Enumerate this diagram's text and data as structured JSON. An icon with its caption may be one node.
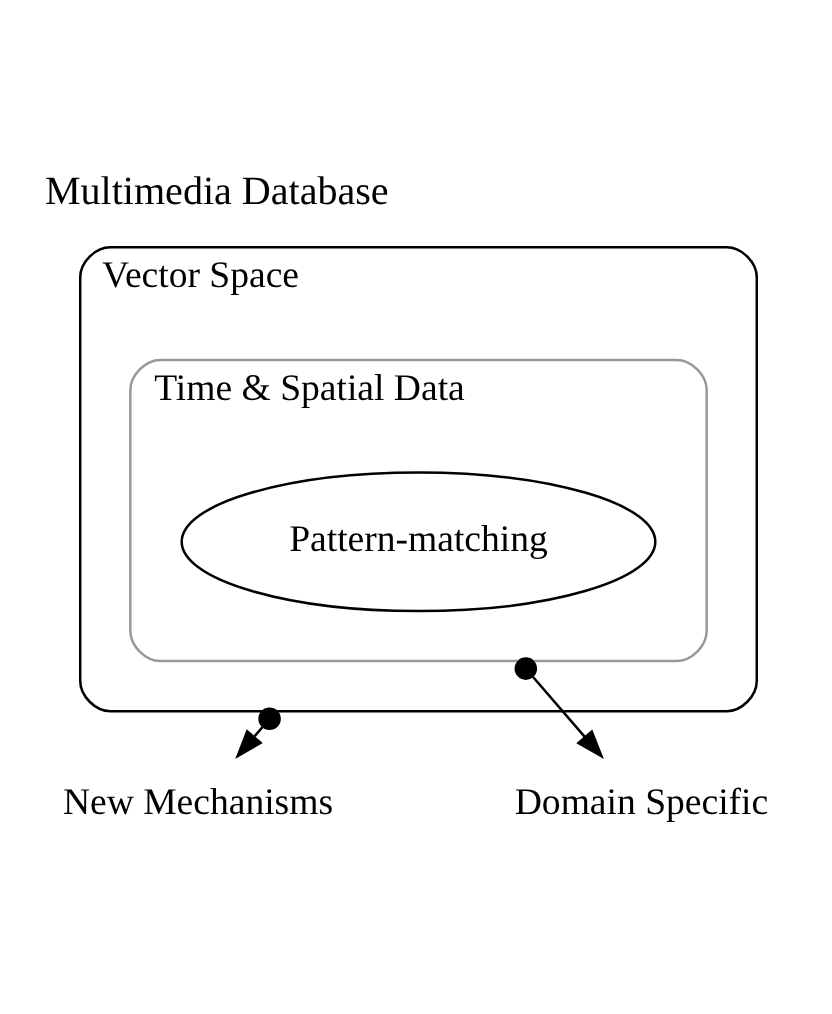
{
  "diagram": {
    "title": "Multimedia Database",
    "nodes": [
      {
        "text": [
          "Vector Space"
        ]
      },
      {
        "text": [
          "Time & Spatial Data"
        ],
        "in": 0
      },
      {
        "text": [
          "Pattern-matching"
        ],
        "in": 1
      },
      {
        "text": [
          "New Mechanisms"
        ]
      },
      {
        "text": [
          "Domain Specific"
        ]
      }
    ],
    "edges": [
      {
        "from": 0,
        "to": 3,
        "arrow": "to"
      },
      {
        "from": 1,
        "to": 4,
        "arrow": "to"
      }
    ]
  }
}
